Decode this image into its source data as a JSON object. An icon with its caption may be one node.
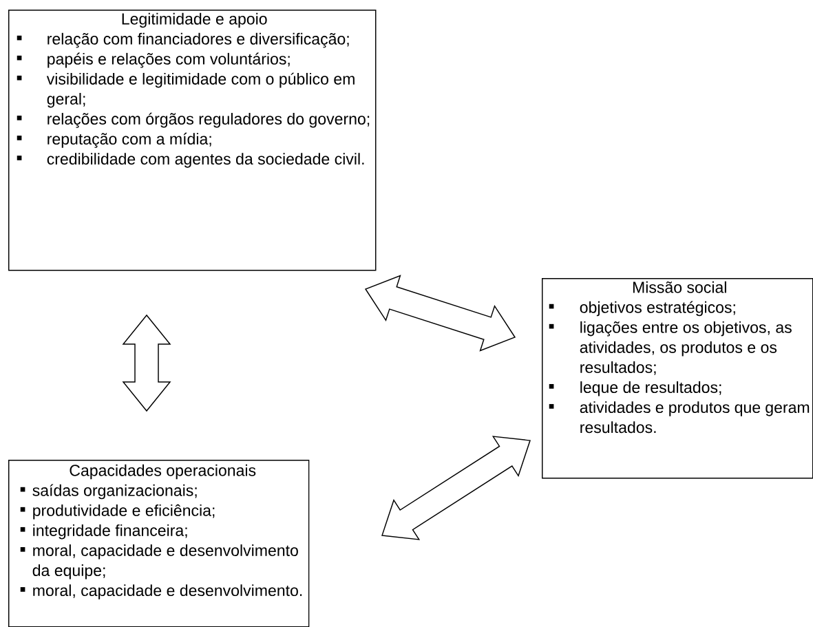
{
  "diagram": {
    "nodes": [
      {
        "text": [
          "Legitimidade e apoio",
          "relação com financiadores e diversificação;",
          "papéis e relações com voluntários;",
          "visibilidade e legitimidade com o público em geral;",
          "relações com órgãos reguladores do governo;",
          "reputação com a mídia;",
          "credibilidade com agentes da sociedade civil."
        ]
      },
      {
        "text": [
          "Missão social",
          "objetivos estratégicos;",
          "ligações entre os objetivos, as atividades, os produtos e os resultados;",
          "leque de resultados;",
          "atividades e produtos que geram resultados."
        ]
      },
      {
        "text": [
          "Capacidades operacionais",
          "saídas organizacionais;",
          "produtividade e eficiência;",
          "integridade financeira;",
          "moral, capacidade e desenvolvimento da equipe;",
          "moral, capacidade e desenvolvimento."
        ]
      }
    ],
    "edges": [
      {
        "from": 0,
        "to": 1,
        "arrow": "both"
      },
      {
        "from": 0,
        "to": 2,
        "arrow": "both"
      },
      {
        "from": 2,
        "to": 1,
        "arrow": "both"
      }
    ]
  }
}
